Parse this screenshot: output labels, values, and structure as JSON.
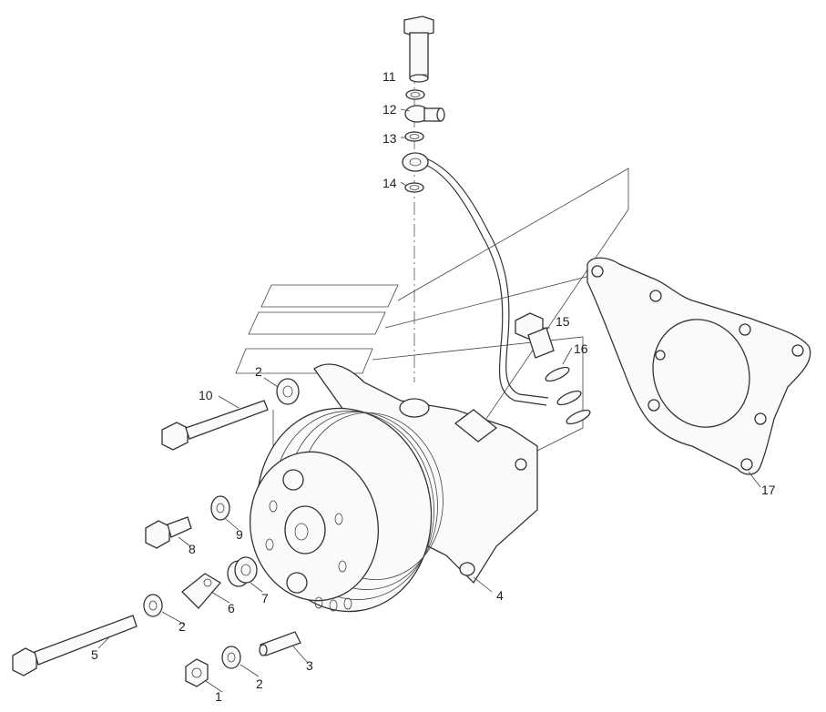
{
  "callouts": [
    {
      "id": "c1",
      "label": "1"
    },
    {
      "id": "c2a",
      "label": "2"
    },
    {
      "id": "c2b",
      "label": "2"
    },
    {
      "id": "c2c",
      "label": "2"
    },
    {
      "id": "c3",
      "label": "3"
    },
    {
      "id": "c4",
      "label": "4"
    },
    {
      "id": "c5",
      "label": "5"
    },
    {
      "id": "c6",
      "label": "6"
    },
    {
      "id": "c7",
      "label": "7"
    },
    {
      "id": "c8",
      "label": "8"
    },
    {
      "id": "c9",
      "label": "9"
    },
    {
      "id": "c10",
      "label": "10"
    },
    {
      "id": "c11",
      "label": "11"
    },
    {
      "id": "c12",
      "label": "12"
    },
    {
      "id": "c13",
      "label": "13"
    },
    {
      "id": "c14",
      "label": "14"
    },
    {
      "id": "c15",
      "label": "15"
    },
    {
      "id": "c16",
      "label": "16"
    },
    {
      "id": "c17",
      "label": "17"
    }
  ]
}
